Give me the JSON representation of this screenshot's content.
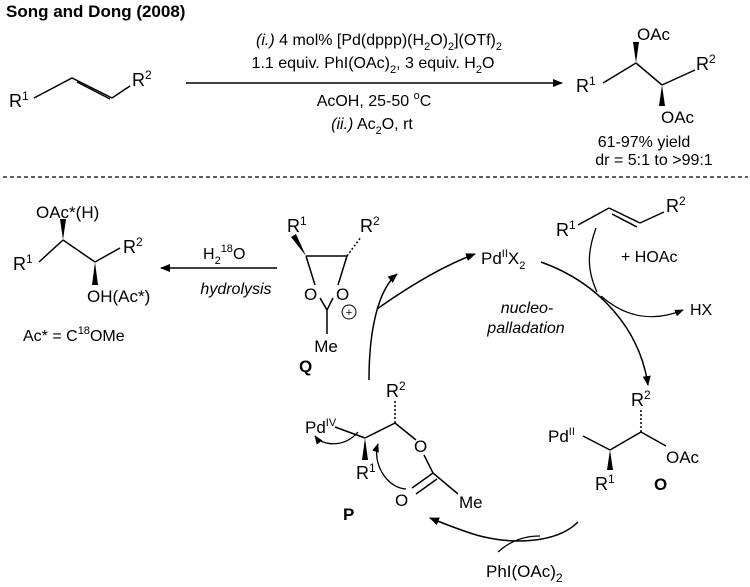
{
  "header": "Song and Dong (2008)",
  "top_reaction": {
    "substituent_a": "R",
    "substituent_a_index": "1",
    "substituent_b": "R",
    "substituent_b_index": "2",
    "cond_line1": {
      "step": "(i.)",
      "text": " 4 mol% [Pd(dppp)(H",
      "sub1": "2",
      "mid": "O)",
      "sub2": "2",
      "tail": "](OTf)",
      "sub3": "2"
    },
    "cond_line2": {
      "text": "1.1 equiv. PhI(OAc)",
      "sub1": "2",
      "mid": ", 3 equiv. H",
      "sub2": "2",
      "tail": "O"
    },
    "cond_line3": {
      "text": "AcOH, 25-50 ",
      "sup": "o",
      "tail": "C"
    },
    "cond_line4": {
      "step": "(ii.)",
      "text": " Ac",
      "sub": "2",
      "tail": "O, rt"
    },
    "product_top_group": "OAc",
    "product_bottom_group": "OAc",
    "yield": "61-97% yield",
    "dr": "dr = 5:1 to >99:1"
  },
  "mechanism": {
    "final_product": {
      "top_group": "OAc*(H)",
      "bottom_group": "OH(Ac*)"
    },
    "hydrolysis": {
      "reagent_h": "H",
      "reagent_sub": "2",
      "reagent_sup": "18",
      "reagent_o": "O",
      "label": "hydrolysis"
    },
    "ac_star_def": {
      "text": "Ac* = C",
      "sup": "18",
      "tail": "OMe"
    },
    "dioxolanium": {
      "ring_o_left": "O",
      "ring_o_right": "O",
      "methyl": "Me",
      "charge": "+",
      "label": "Q"
    },
    "pd_catalyst": {
      "metal": "Pd",
      "oxidation": "II",
      "ligand": "X",
      "ligand_sub": "2"
    },
    "alkene_in": "+ HOAc",
    "byproduct": "HX",
    "step_label_line1": "nucleo-",
    "step_label_line2": "palladation",
    "pd_ii_intermediate": {
      "metal": "Pd",
      "oxidation": "II",
      "group": "OAc",
      "label": "O"
    },
    "pd_iv_intermediate": {
      "metal": "Pd",
      "oxidation": "IV",
      "ester_o": "O",
      "carbonyl_o": "O",
      "methyl": "Me",
      "label": "P"
    },
    "oxidant": {
      "text": "PhI(OAc)",
      "sub": "2"
    }
  }
}
